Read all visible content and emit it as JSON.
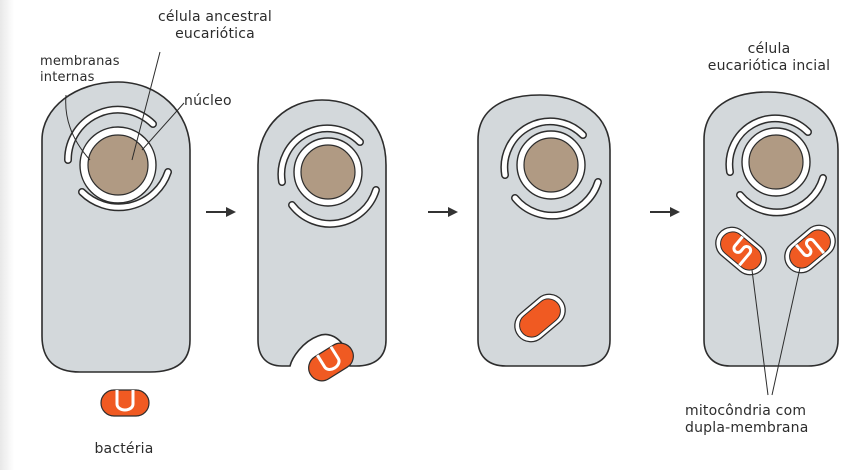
{
  "labels": {
    "ancestral_cell": [
      "célula ancestral",
      "eucariótica"
    ],
    "internal_membranes": [
      "membranas",
      "internas"
    ],
    "nucleus": "núcleo",
    "bacterium": "bactéria",
    "initial_cell": [
      "célula",
      "eucariótica incial"
    ],
    "mitochondria": [
      "mitocôndria com",
      "dupla-membrana"
    ]
  },
  "colors": {
    "cytoplasm": "#d3d8db",
    "cell_outline": "#2d2d2d",
    "membrane": "#ffffff",
    "nucleus": "#b09a83",
    "bacterium": "#f05a22",
    "arrow": "#333333"
  }
}
